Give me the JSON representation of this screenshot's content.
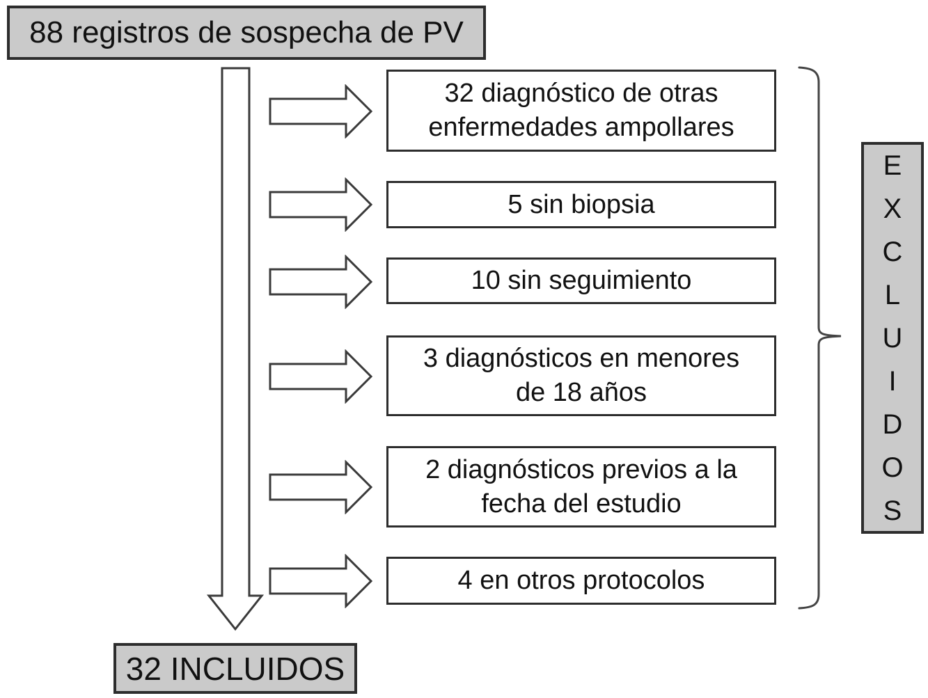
{
  "diagram": {
    "start_box": {
      "label": "88 registros de sospecha de PV"
    },
    "included_box": {
      "label": "32 INCLUIDOS"
    },
    "excluded": {
      "word": "EXCLUIDOS",
      "letters": [
        "E",
        "X",
        "C",
        "L",
        "U",
        "I",
        "D",
        "O",
        "S"
      ]
    },
    "exclusions": [
      {
        "text": "32 diagnóstico de otras\nenfermedades ampollares"
      },
      {
        "text": "5 sin biopsia"
      },
      {
        "text": "10 sin seguimiento"
      },
      {
        "text": "3 diagnósticos en menores\nde 18 años"
      },
      {
        "text": "2 diagnósticos previos a la\nfecha del estudio"
      },
      {
        "text": "4 en otros protocolos"
      }
    ],
    "colors": {
      "gray_fill": "#cacaca",
      "box_border": "#2d2d2d",
      "arrow_outline": "#3a3a3a",
      "brace_stroke": "#444444",
      "background": "#ffffff",
      "text": "#111111"
    }
  }
}
